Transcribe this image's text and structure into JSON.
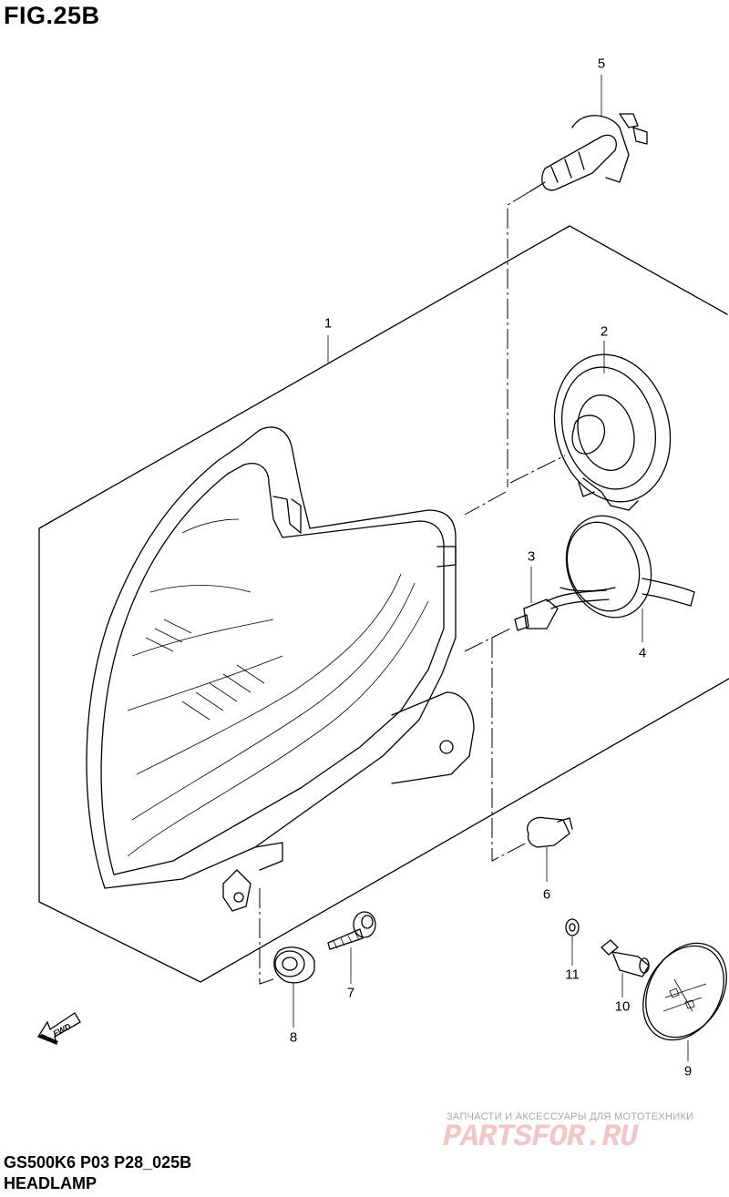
{
  "figure": {
    "title": "FIG.25B",
    "model_code": "GS500K6 P03 P28_025B",
    "subtitle": "HEADLAMP"
  },
  "callouts": [
    {
      "id": "callout-1",
      "number": "1",
      "part": "headlamp-housing"
    },
    {
      "id": "callout-2",
      "number": "2",
      "part": "bulb-socket-cover"
    },
    {
      "id": "callout-3",
      "number": "3",
      "part": "position-socket"
    },
    {
      "id": "callout-4",
      "number": "4",
      "part": "socket-boot"
    },
    {
      "id": "callout-5",
      "number": "5",
      "part": "headlamp-bulb"
    },
    {
      "id": "callout-6",
      "number": "6",
      "part": "position-bulb"
    },
    {
      "id": "callout-7",
      "number": "7",
      "part": "screw"
    },
    {
      "id": "callout-8",
      "number": "8",
      "part": "grommet"
    },
    {
      "id": "callout-9",
      "number": "9",
      "part": "reflector"
    },
    {
      "id": "callout-10",
      "number": "10",
      "part": "spacer"
    },
    {
      "id": "callout-11",
      "number": "11",
      "part": "washer"
    }
  ],
  "direction_marker": {
    "label": "FWD",
    "icon": "fwd-arrow-icon"
  },
  "watermark": {
    "tagline": "ЗАПЧАСТИ И АКСЕССУАРЫ ДЛЯ МОТОТЕХНИКИ",
    "brand": "PARTSFOR.RU",
    "color": "#f3c6c6"
  }
}
